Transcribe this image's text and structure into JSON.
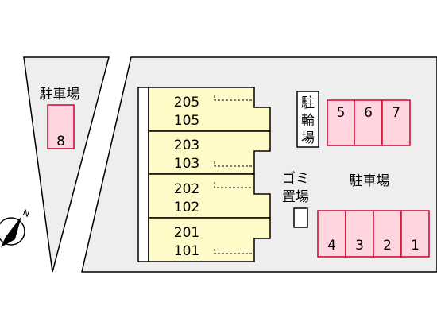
{
  "colors": {
    "lot_fill": "#eeeeee",
    "outline": "#000000",
    "building_fill": "#fffbc8",
    "parking_fill": "#ffd6e0",
    "parking_stroke": "#d0002f",
    "background": "#ffffff"
  },
  "left_lot": {
    "label": "駐車場",
    "spaces": [
      "8"
    ]
  },
  "main_lot": {
    "parking_label": "駐車場",
    "bicycle_label": [
      "駐",
      "輪",
      "場"
    ],
    "garbage_label": [
      "ゴミ",
      "置場"
    ],
    "bike_spaces": [
      "5",
      "6",
      "7"
    ],
    "parking_spaces": [
      "4",
      "3",
      "2",
      "1"
    ]
  },
  "building": {
    "units": [
      {
        "upper": "205",
        "lower": "105"
      },
      {
        "upper": "203",
        "lower": "103"
      },
      {
        "upper": "202",
        "lower": "102"
      },
      {
        "upper": "201",
        "lower": "101"
      }
    ]
  },
  "compass": {
    "north_label": "N"
  }
}
